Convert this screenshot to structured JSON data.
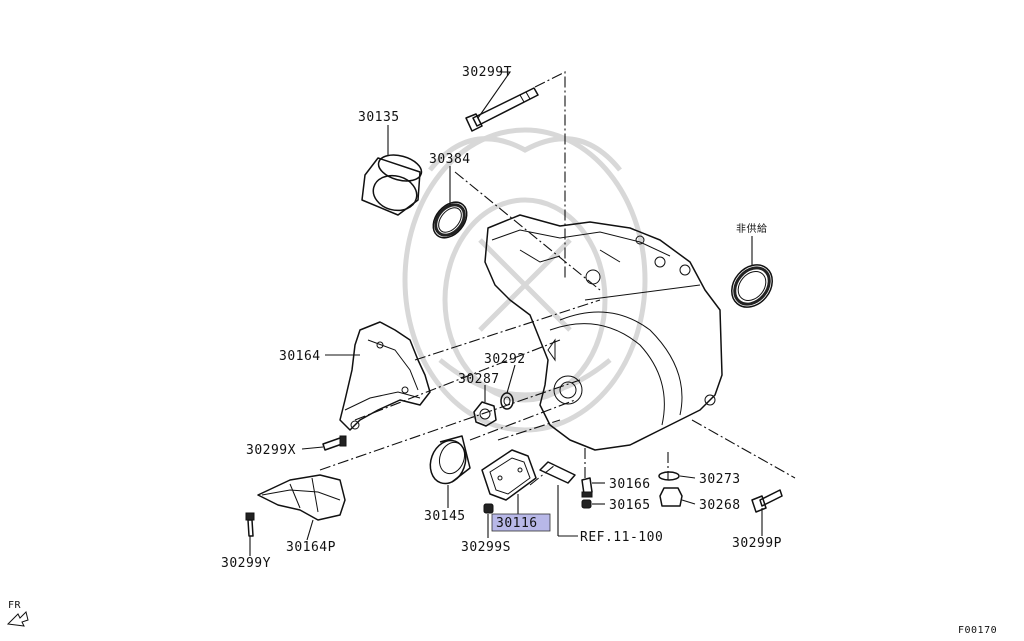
{
  "diagram": {
    "labels": {
      "p30299T": "30299T",
      "p30135": "30135",
      "p30384": "30384",
      "p_nonsupply": "非供給",
      "p30164": "30164",
      "p30292": "30292",
      "p30287": "30287",
      "p30299X": "30299X",
      "p30166": "30166",
      "p30273": "30273",
      "p30165": "30165",
      "p30268": "30268",
      "p30145": "30145",
      "p30116": "30116",
      "p30299S": "30299S",
      "ref": "REF.11-100",
      "p30164P": "30164P",
      "p30299Y": "30299Y",
      "p30299P": "30299P"
    },
    "highlight_color": "#b8b8e8",
    "fr_label": "FR",
    "figure_code": "F00170"
  }
}
